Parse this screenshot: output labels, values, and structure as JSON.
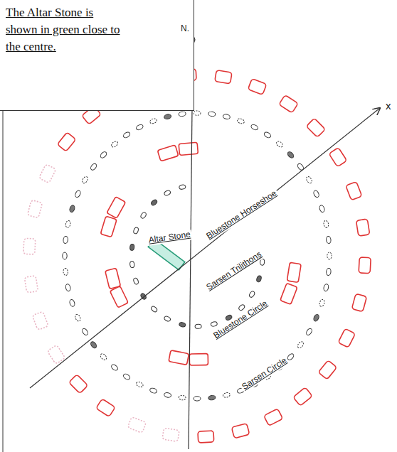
{
  "diagram": {
    "nodes": [
      {
        "text": [
          "The Altar Stone is shown in green close to the centre."
        ]
      }
    ],
    "labels": [
      "N.",
      "x",
      "Altar Stone",
      "Bluestone Horseshoe",
      "Sarsen Trilithons",
      "Bluestone Circle",
      "Sarsen Circle"
    ]
  }
}
